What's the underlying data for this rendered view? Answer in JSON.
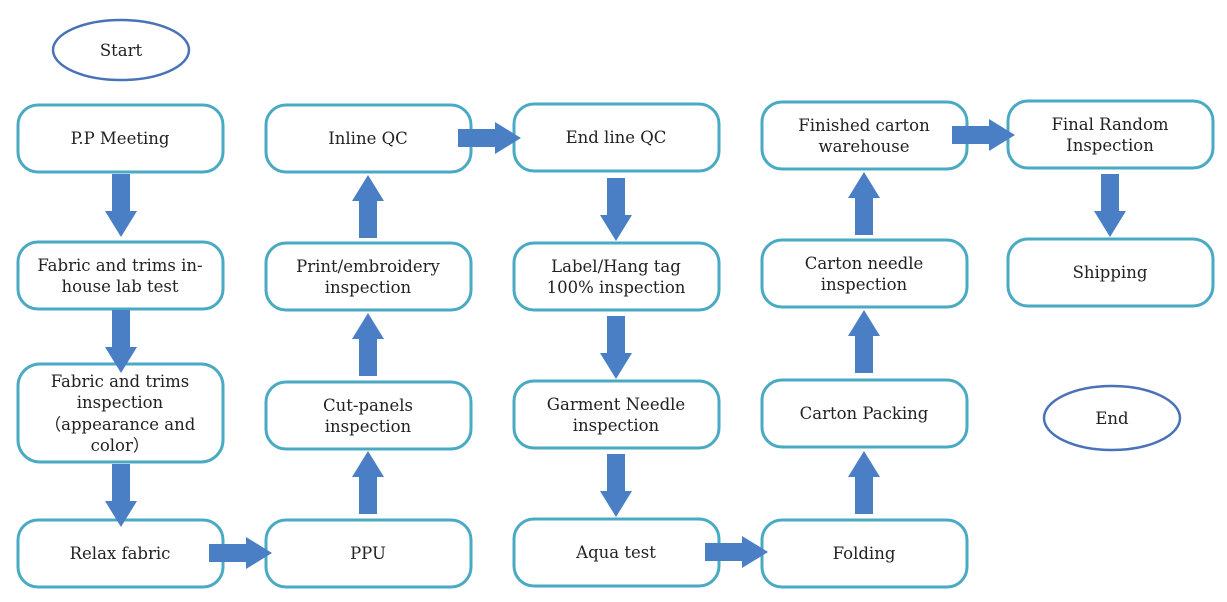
{
  "diagram": {
    "start": "Start",
    "end": "End",
    "col1": {
      "pp_meeting": "P.P Meeting",
      "lab_test": [
        "Fabric and trims in-",
        "house lab test"
      ],
      "fabric_inspection": [
        "Fabric and trims",
        "inspection",
        "（appearance and",
        "color）"
      ],
      "relax_fabric": "Relax fabric"
    },
    "col2": {
      "ppu": "PPU",
      "cut_panels": [
        "Cut-panels",
        "inspection"
      ],
      "print_embroidery": [
        "Print/embroidery",
        "inspection"
      ],
      "inline_qc": "Inline QC"
    },
    "col3": {
      "end_line_qc": "End line QC",
      "label_hang_tag": [
        "Label/Hang tag",
        "100% inspection"
      ],
      "garment_needle": [
        "Garment Needle",
        "inspection"
      ],
      "aqua_test": "Aqua test"
    },
    "col4": {
      "folding": "Folding",
      "carton_packing": "Carton Packing",
      "carton_needle": [
        "Carton needle",
        "inspection"
      ],
      "finished_carton": [
        "Finished carton",
        "warehouse"
      ]
    },
    "col5": {
      "final_random": [
        "Final Random",
        "Inspection"
      ],
      "shipping": "Shipping"
    },
    "colors": {
      "box_border": "#4aaac4",
      "oval_border": "#4a72b8",
      "arrow": "#4a7fc6",
      "text": "#222222"
    }
  }
}
